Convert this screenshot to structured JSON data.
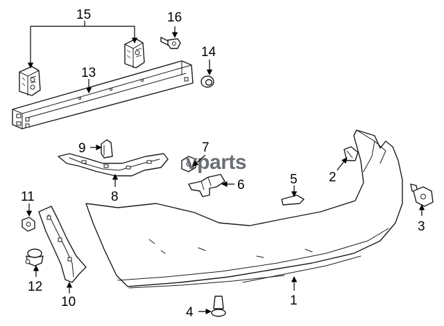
{
  "watermark": {
    "text": "vparts",
    "color": "#6b6f73"
  },
  "callouts": [
    {
      "id": "c1",
      "label": "1"
    },
    {
      "id": "c2",
      "label": "2"
    },
    {
      "id": "c3",
      "label": "3"
    },
    {
      "id": "c4",
      "label": "4"
    },
    {
      "id": "c5",
      "label": "5"
    },
    {
      "id": "c6",
      "label": "6"
    },
    {
      "id": "c7",
      "label": "7"
    },
    {
      "id": "c8",
      "label": "8"
    },
    {
      "id": "c9",
      "label": "9"
    },
    {
      "id": "c10",
      "label": "10"
    },
    {
      "id": "c11",
      "label": "11"
    },
    {
      "id": "c12",
      "label": "12"
    },
    {
      "id": "c13",
      "label": "13"
    },
    {
      "id": "c14",
      "label": "14"
    },
    {
      "id": "c15",
      "label": "15"
    },
    {
      "id": "c16",
      "label": "16"
    }
  ]
}
